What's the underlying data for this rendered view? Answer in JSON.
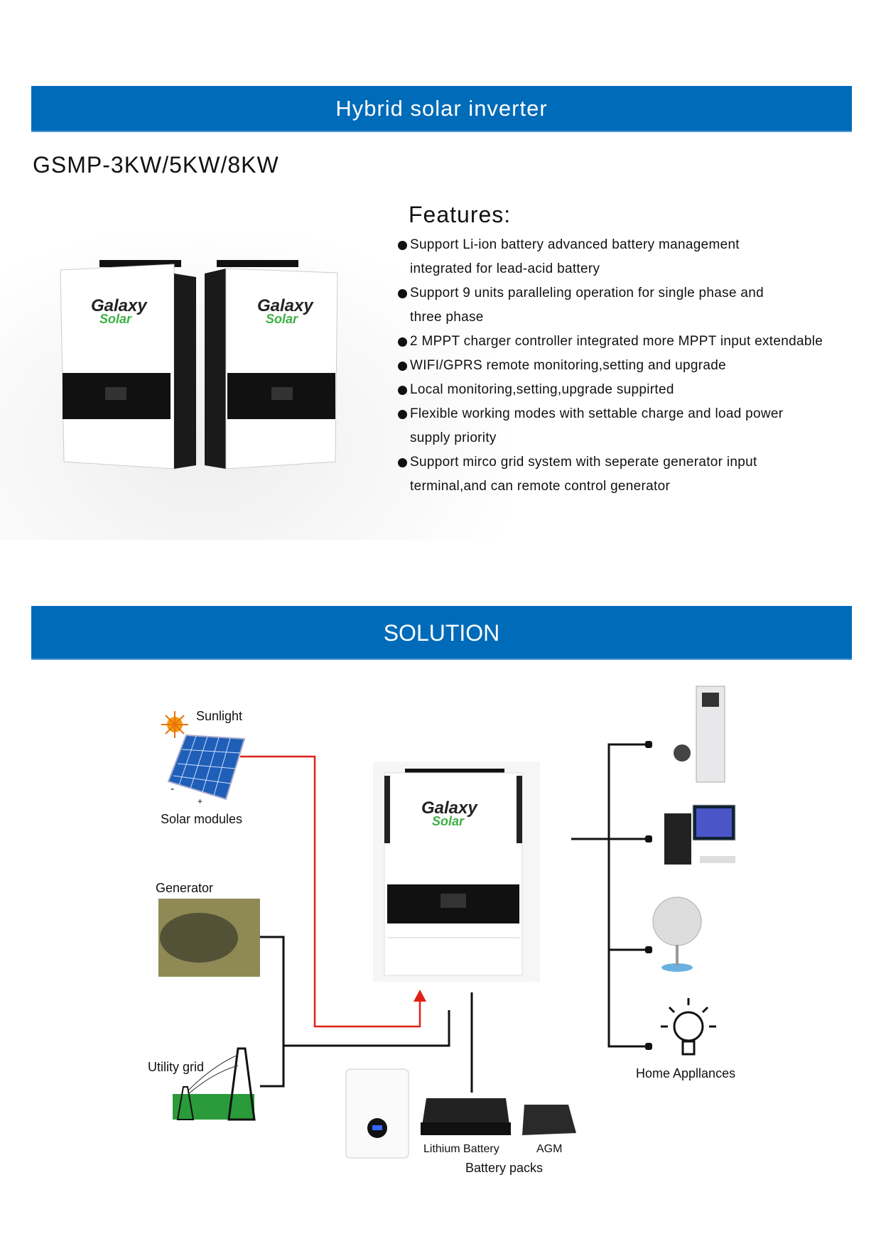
{
  "header": {
    "title": "Hybrid solar inverter"
  },
  "model": "GSMP-3KW/5KW/8KW",
  "features": {
    "title": "Features:",
    "items": [
      "Support Li-ion battery advanced battery management integrated for lead-acid battery",
      "Support 9 units paralleling operation for single phase and three phase",
      "2  MPPT charger controller integrated more MPPT input extendable",
      "WIFI/GPRS remote monitoring,setting and upgrade",
      "Local monitoring,setting,upgrade suppirted",
      "Flexible working modes with settable charge and load power supply priority",
      "Support mirco grid system with seperate generator input terminal,and can remote control generator"
    ]
  },
  "solution": {
    "title": "SOLUTION",
    "sunlight": "Sunlight",
    "solar_modules": "Solar modules",
    "generator": "Generator",
    "utility_grid": "Utility grid",
    "home_appliances": "Home Appllances",
    "lithium_battery": "Lithium Battery",
    "agm": "AGM",
    "battery_packs": "Battery packs"
  },
  "brand": {
    "line1": "Galaxy",
    "line2": "Solar"
  },
  "colors": {
    "banner": "#006bb8",
    "red_line": "#e02018",
    "brand_green": "#3cb043"
  }
}
